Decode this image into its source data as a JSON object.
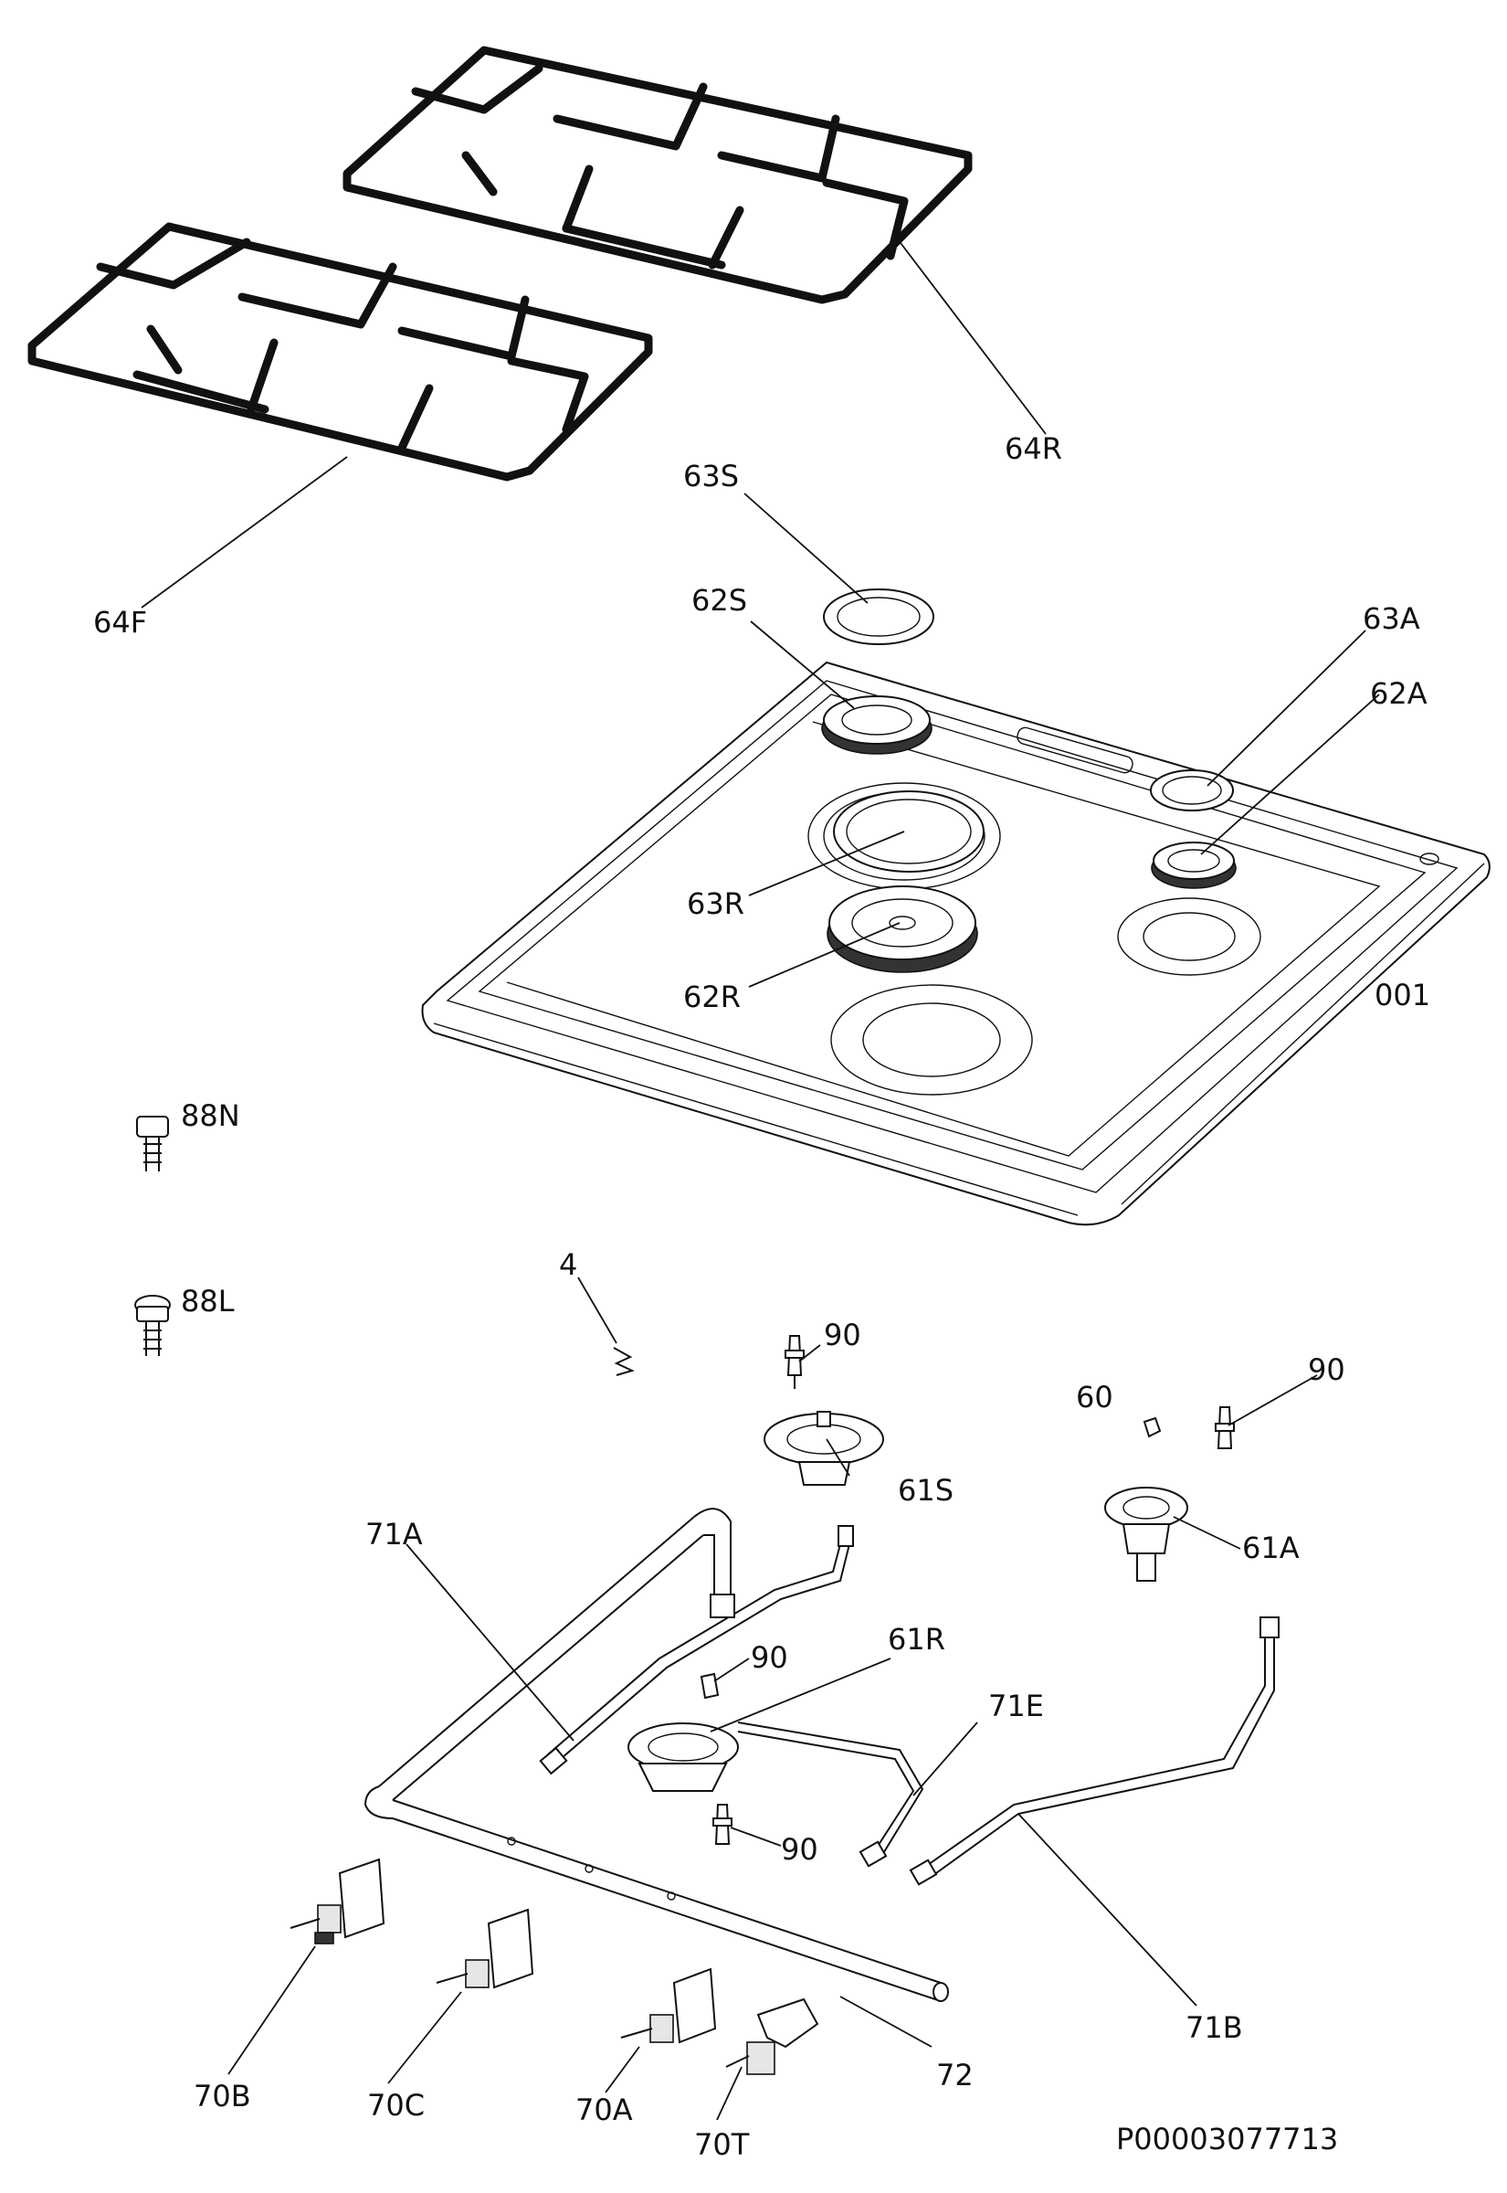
{
  "labels": {
    "l_64R": "64R",
    "l_64F": "64F",
    "l_63S": "63S",
    "l_62S": "62S",
    "l_63A": "63A",
    "l_62A": "62A",
    "l_63R": "63R",
    "l_62R": "62R",
    "l_001": "001",
    "l_88N": "88N",
    "l_88L": "88L",
    "l_4": "4",
    "l_90a": "90",
    "l_90b": "90",
    "l_60": "60",
    "l_61S": "61S",
    "l_61A": "61A",
    "l_71A": "71A",
    "l_90c": "90",
    "l_61R": "61R",
    "l_71E": "71E",
    "l_90d": "90",
    "l_70B": "70B",
    "l_70C": "70C",
    "l_70A": "70A",
    "l_70T": "70T",
    "l_72": "72",
    "l_71B": "71B",
    "l_ref": "P00003077713"
  }
}
